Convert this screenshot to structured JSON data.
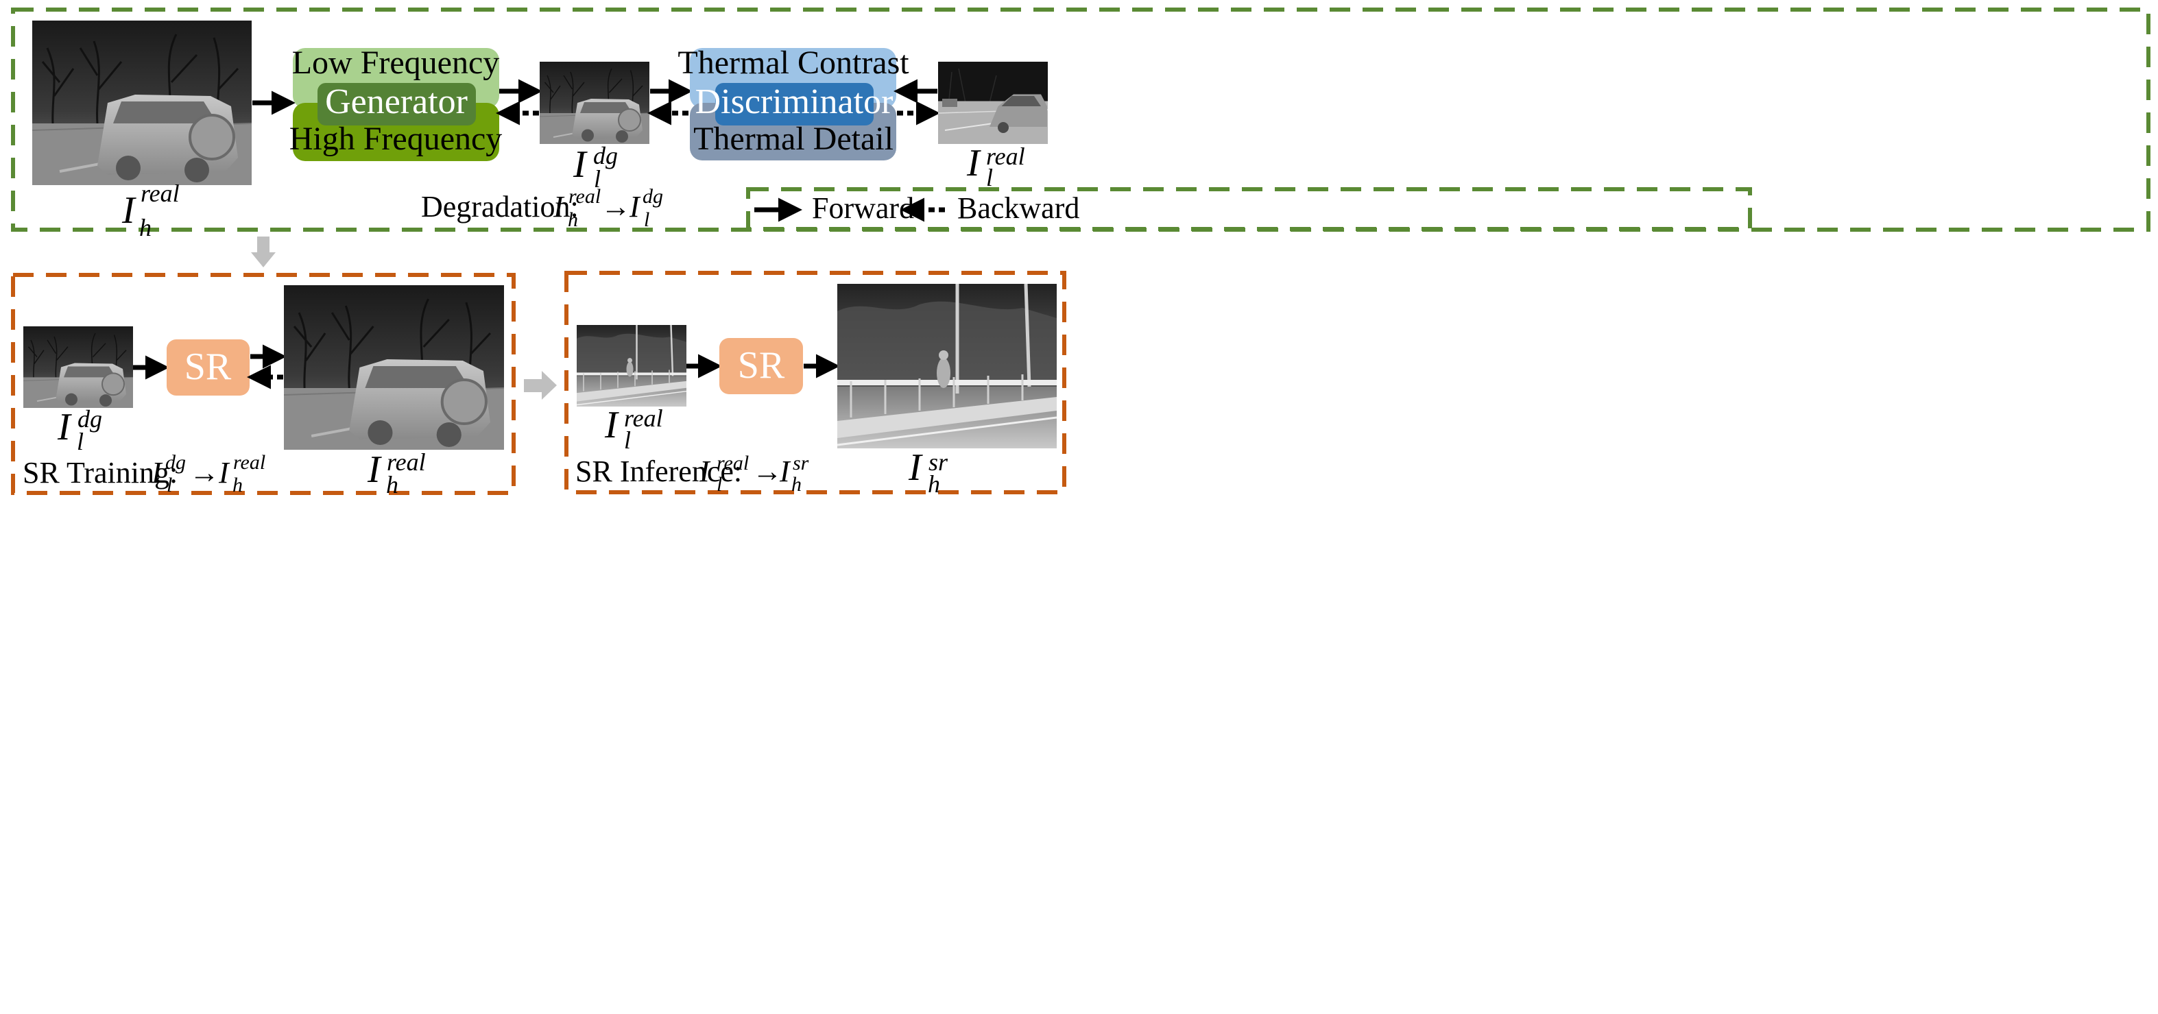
{
  "degradation": {
    "generator": {
      "top_label": "Low Frequency",
      "center_label": "Generator",
      "bottom_label": "High Frequency"
    },
    "discriminator": {
      "top_label": "Thermal Contrast",
      "center_label": "Discriminator",
      "bottom_label": "Thermal Detail"
    },
    "caption_prefix": "Degradation: ",
    "legend": {
      "forward": "Forward",
      "backward": "Backward"
    }
  },
  "sr_training": {
    "caption_prefix": "SR Training: ",
    "block_label": "SR"
  },
  "sr_inference": {
    "caption_prefix": "SR Inference:",
    "block_label": "SR"
  },
  "math": {
    "I": "I",
    "h": "h",
    "l": "l",
    "real": "real",
    "dg": "dg",
    "sr": "sr",
    "arrow": "→"
  },
  "colors": {
    "green_border": "#5a8a34",
    "orange_border": "#c55a11",
    "gen_light": "#a9d18e",
    "gen_mid": "#548235",
    "gen_dark": "#70a00a",
    "disc_light": "#9dc3e6",
    "disc_mid": "#2e75b6",
    "disc_dark": "#8497b0",
    "sr_block": "#f4b183",
    "gray_arrow": "#bfbfbf"
  }
}
